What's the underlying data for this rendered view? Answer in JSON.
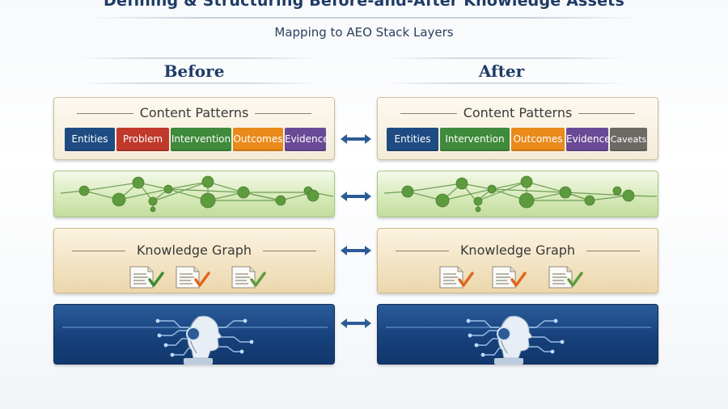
{
  "title": "Defining & Structuring Before-and-After Knowledge Assets",
  "subtitle": "Mapping to AEO Stack Layers",
  "columns": {
    "before": {
      "heading": "Before",
      "patterns_label": "Content Patterns",
      "tags": [
        {
          "label": "Entities",
          "color": "#1e4b82"
        },
        {
          "label": "Problem",
          "color": "#c0392b"
        },
        {
          "label": "Intervention",
          "color": "#3f8a3b"
        },
        {
          "label": "Outcomes",
          "color": "#e98a1b"
        },
        {
          "label": "Evidence",
          "color": "#6a4a96"
        }
      ],
      "graph_label": "Knowledge Graph"
    },
    "after": {
      "heading": "After",
      "patterns_label": "Content Patterns",
      "tags": [
        {
          "label": "Entities",
          "color": "#1e4b82"
        },
        {
          "label": "Intervention",
          "color": "#3f8a3b"
        },
        {
          "label": "Outcomes",
          "color": "#e98a1b"
        },
        {
          "label": "Evidence",
          "color": "#6a4a96"
        },
        {
          "label": "Caveats",
          "color": "#6d6a66"
        }
      ],
      "graph_label": "Knowledge Graph"
    }
  },
  "icons": {
    "document_check": "document-check-icon",
    "network": "network-graph-icon",
    "ai_head": "ai-head-icon",
    "bidirectional_arrow": "bidirectional-arrow-icon"
  },
  "colors": {
    "accent_blue": "#1f3b66",
    "check_green": "#3d8b2f",
    "check_orange": "#e0661f",
    "node_green": "#5e9b3e"
  }
}
